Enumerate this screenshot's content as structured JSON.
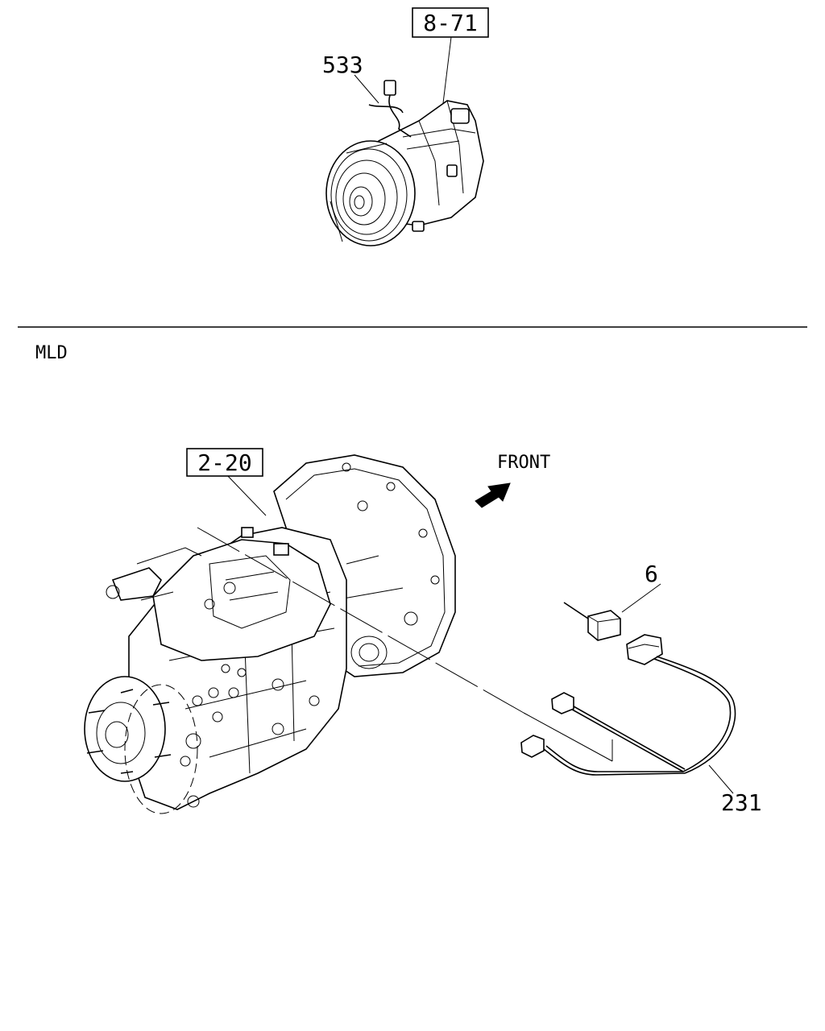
{
  "diagram": {
    "top_section": {
      "ref_box": "8-71",
      "callout_compressor_switch": "533"
    },
    "section_label": "MLD",
    "bottom_section": {
      "ref_box": "2-20",
      "direction_label": "FRONT",
      "callout_sensor": "6",
      "callout_harness": "231"
    }
  }
}
